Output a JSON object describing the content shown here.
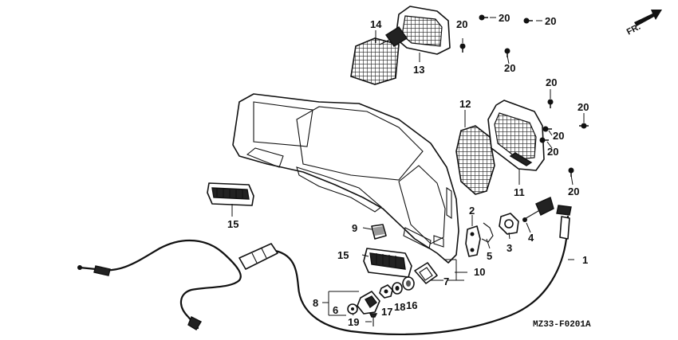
{
  "direction_label": "FR.",
  "diagram_code": "MZ33-F0201A",
  "callouts": {
    "c1": "1",
    "c2": "2",
    "c3": "3",
    "c4": "4",
    "c5": "5",
    "c6": "6",
    "c7": "7",
    "c8": "8",
    "c9": "9",
    "c10": "10",
    "c11": "11",
    "c12": "12",
    "c13": "13",
    "c14": "14",
    "c15a": "15",
    "c15b": "15",
    "c16": "16",
    "c17": "17",
    "c18": "18",
    "c19": "19",
    "c20a": "20",
    "c20b": "20",
    "c20c": "20",
    "c20d": "20",
    "c20e": "20",
    "c20f": "20",
    "c20g": "20",
    "c20h": "20",
    "c20i": "20"
  }
}
